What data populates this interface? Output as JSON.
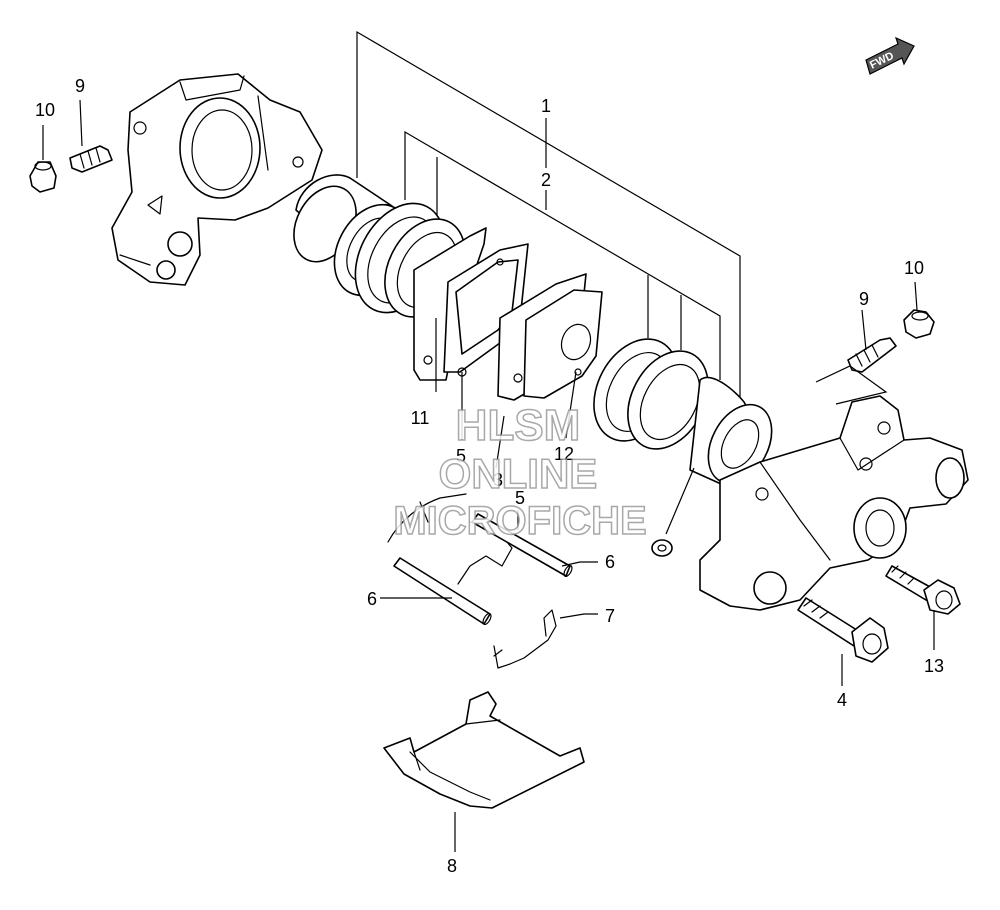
{
  "diagram": {
    "callouts": {
      "c1": "1",
      "c2": "2",
      "c3": "3",
      "c4": "4",
      "c5a": "5",
      "c5b": "5",
      "c6a": "6",
      "c6b": "6",
      "c7": "7",
      "c8": "8",
      "c9a": "9",
      "c9b": "9",
      "c10a": "10",
      "c10b": "10",
      "c11": "11",
      "c12": "12",
      "c13": "13"
    },
    "fwd_label": "FWD",
    "watermark": {
      "line1": "HLSM",
      "line2": "ONLINE",
      "line3": "MICROFICHE"
    }
  }
}
